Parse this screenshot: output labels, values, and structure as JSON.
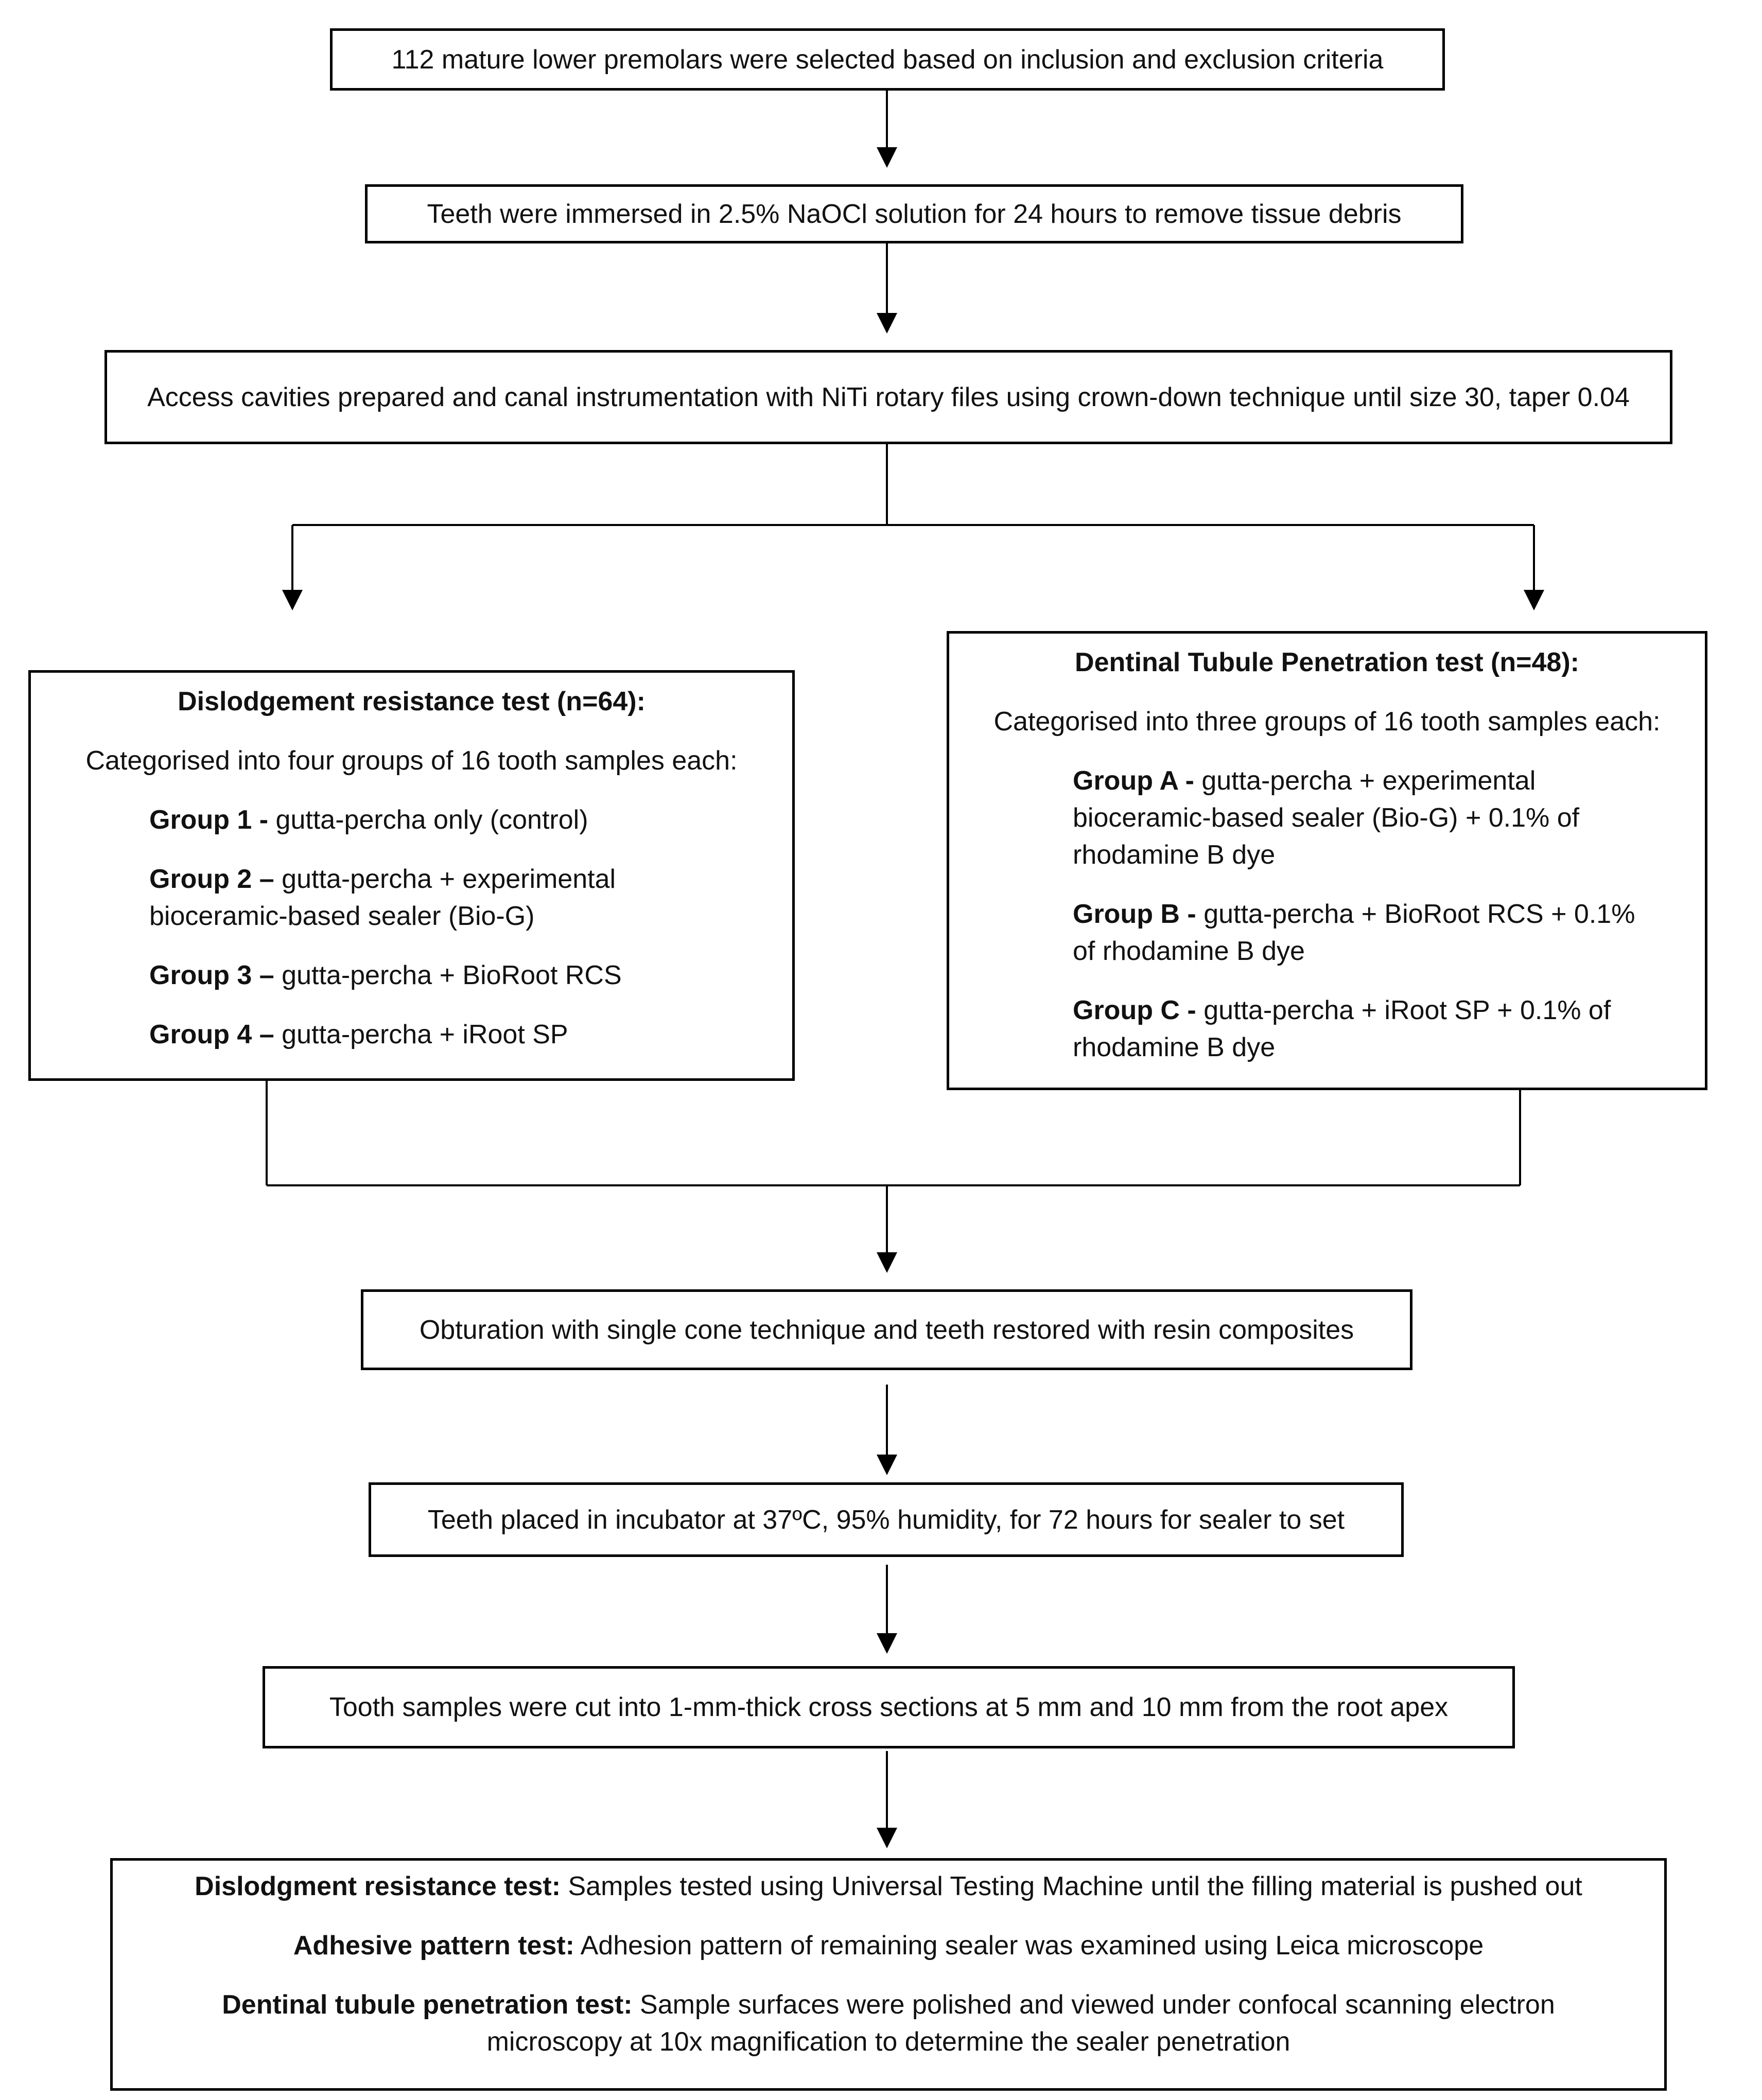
{
  "steps": {
    "selection": "112 mature lower premolars were selected based on inclusion and exclusion criteria",
    "immersion": "Teeth were immersed  in 2.5% NaOCl solution for 24 hours to remove tissue debris",
    "access": "Access cavities prepared and canal instrumentation with NiTi rotary files using crown-down technique until size 30, taper 0.04",
    "obturation": "Obturation with single cone technique and teeth restored with resin composites",
    "incubation": "Teeth placed in incubator at 37ºC, 95% humidity, for 72 hours for sealer to set",
    "cutting": "Tooth samples were cut into 1-mm-thick  cross sections at 5 mm  and 10 mm  from the root apex"
  },
  "dislodgement": {
    "title": "Dislodgement resistance test (n=64):",
    "subtitle": "Categorised into four groups of 16 tooth samples each:",
    "groups": [
      {
        "label": "Group 1 -",
        "text": " gutta-percha only (control)"
      },
      {
        "label": "Group 2 –",
        "text": " gutta-percha + experimental bioceramic-based sealer (Bio-G)"
      },
      {
        "label": "Group 3 –",
        "text": " gutta-percha + BioRoot RCS"
      },
      {
        "label": "Group 4 –",
        "text": " gutta-percha + iRoot SP"
      }
    ]
  },
  "penetration": {
    "title": "Dentinal Tubule Penetration test (n=48):",
    "subtitle": "Categorised into three groups of 16 tooth samples each:",
    "groups": [
      {
        "label": "Group A -",
        "text": " gutta-percha + experimental bioceramic-based sealer (Bio-G) + 0.1% of rhodamine B dye"
      },
      {
        "label": "Group B -",
        "text": " gutta-percha + BioRoot RCS + 0.1% of rhodamine B dye"
      },
      {
        "label": "Group C -",
        "text": " gutta-percha + iRoot SP + 0.1% of rhodamine B dye"
      }
    ]
  },
  "final_tests": [
    {
      "label": "Dislodgment resistance test:",
      "text": " Samples tested using Universal Testing Machine until the filling material is pushed out"
    },
    {
      "label": "Adhesive pattern test:",
      "text": " Adhesion pattern of remaining sealer was examined using Leica microscope"
    },
    {
      "label": "Dentinal tubule penetration test:",
      "text": " Sample surfaces were polished and viewed under confocal scanning electron microscopy at 10x magnification to determine the sealer penetration"
    }
  ]
}
